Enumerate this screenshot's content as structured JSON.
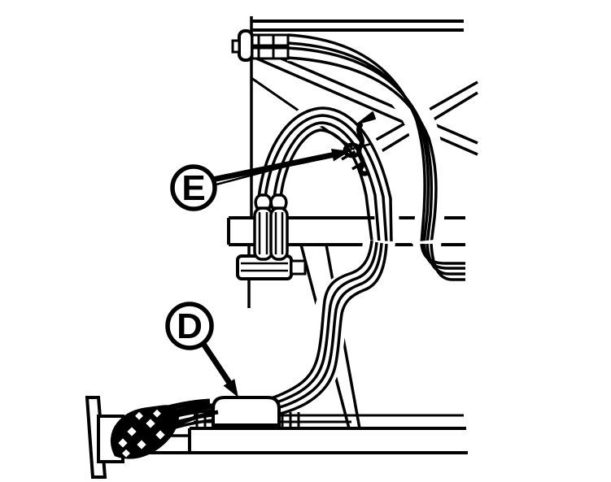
{
  "diagram": {
    "type": "technical-line-illustration",
    "subject": "hose-routing-with-cable-tie-and-clamp",
    "background_color": "#ffffff",
    "line_color": "#000000",
    "callouts": [
      {
        "label": "E",
        "points_to": "cable-tie-on-hose-bundle"
      },
      {
        "label": "D",
        "points_to": "hose-clamp-cover-block"
      }
    ]
  }
}
